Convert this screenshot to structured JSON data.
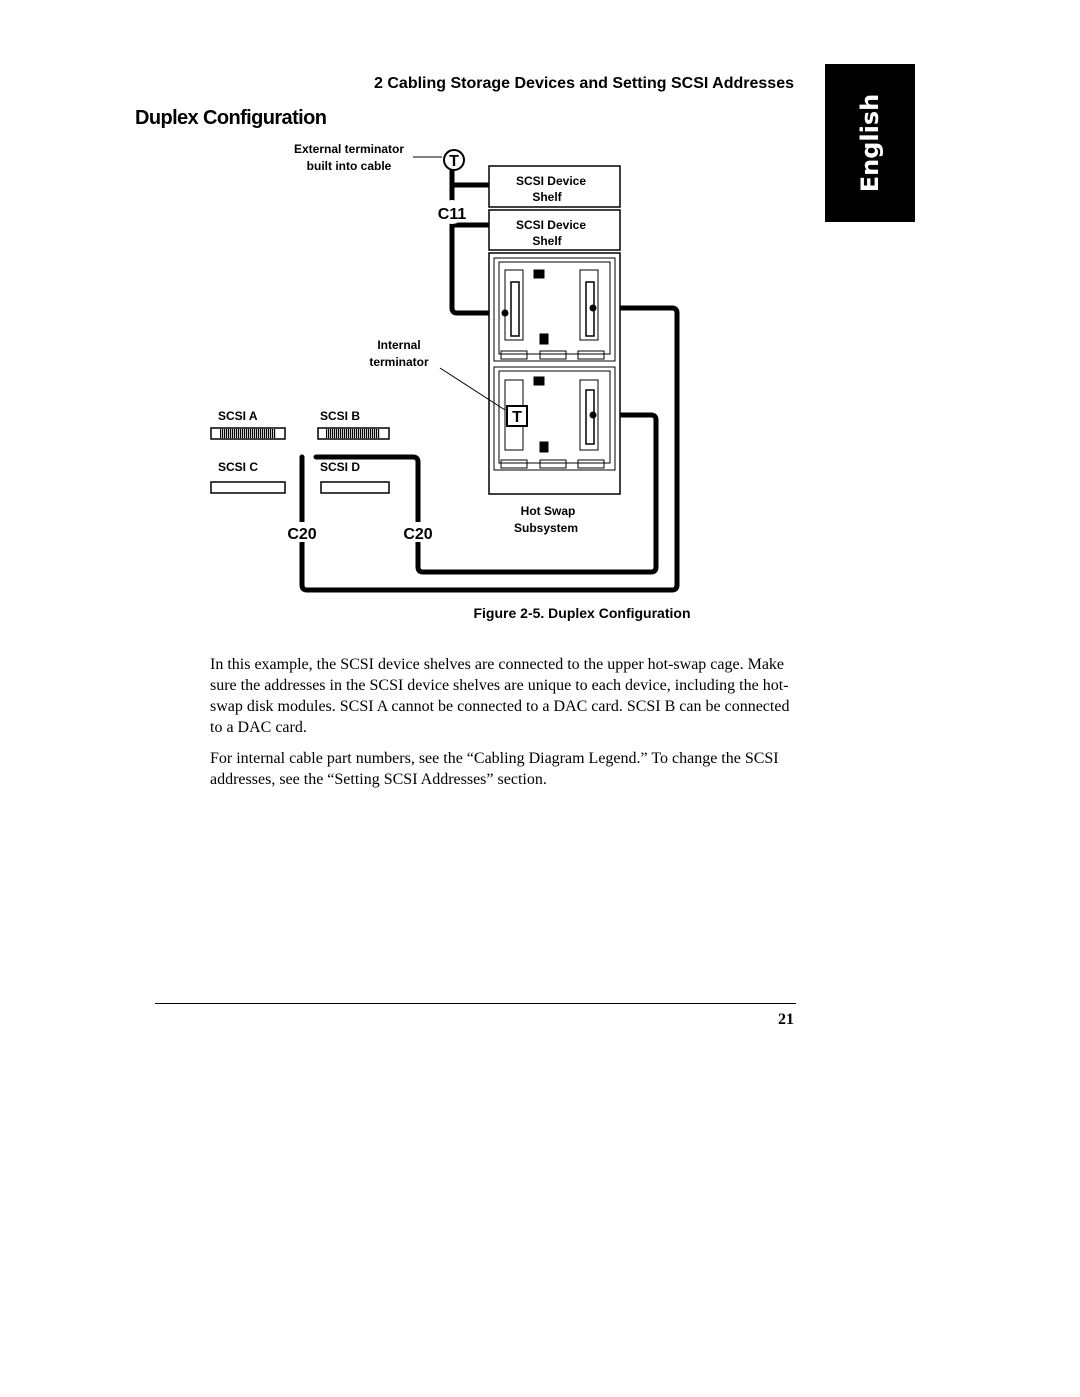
{
  "tab": {
    "label": "English"
  },
  "header": {
    "running_head": "2 Cabling Storage Devices and Setting SCSI Addresses"
  },
  "section": {
    "title": "Duplex Configuration"
  },
  "diagram": {
    "ext_terminator_line1": "External terminator",
    "ext_terminator_line2": "built into cable",
    "terminator_symbol": "T",
    "cable_c11": "C11",
    "shelf1_line1": "SCSI Device",
    "shelf1_line2": "Shelf",
    "shelf2_line1": "SCSI Device",
    "shelf2_line2": "Shelf",
    "internal_line1": "Internal",
    "internal_line2": "terminator",
    "internal_symbol": "T",
    "scsi_a": "SCSI A",
    "scsi_b": "SCSI B",
    "scsi_c": "SCSI C",
    "scsi_d": "SCSI D",
    "cable_c20_left": "C20",
    "cable_c20_right": "C20",
    "hotswap_line1": "Hot Swap",
    "hotswap_line2": "Subsystem"
  },
  "figure": {
    "caption": "Figure 2-5. Duplex Configuration"
  },
  "body": {
    "p1": "In this example, the SCSI device shelves are connected to the upper hot-swap cage. Make sure the addresses in the SCSI device shelves are unique to each device, including the hot-swap disk modules. SCSI A cannot be connected to a DAC card. SCSI B can be connected to a DAC card.",
    "p2": "For internal cable part numbers, see the “Cabling Diagram Legend.” To change the SCSI addresses, see the “Setting SCSI Addresses” section."
  },
  "footer": {
    "page_number": "21"
  }
}
